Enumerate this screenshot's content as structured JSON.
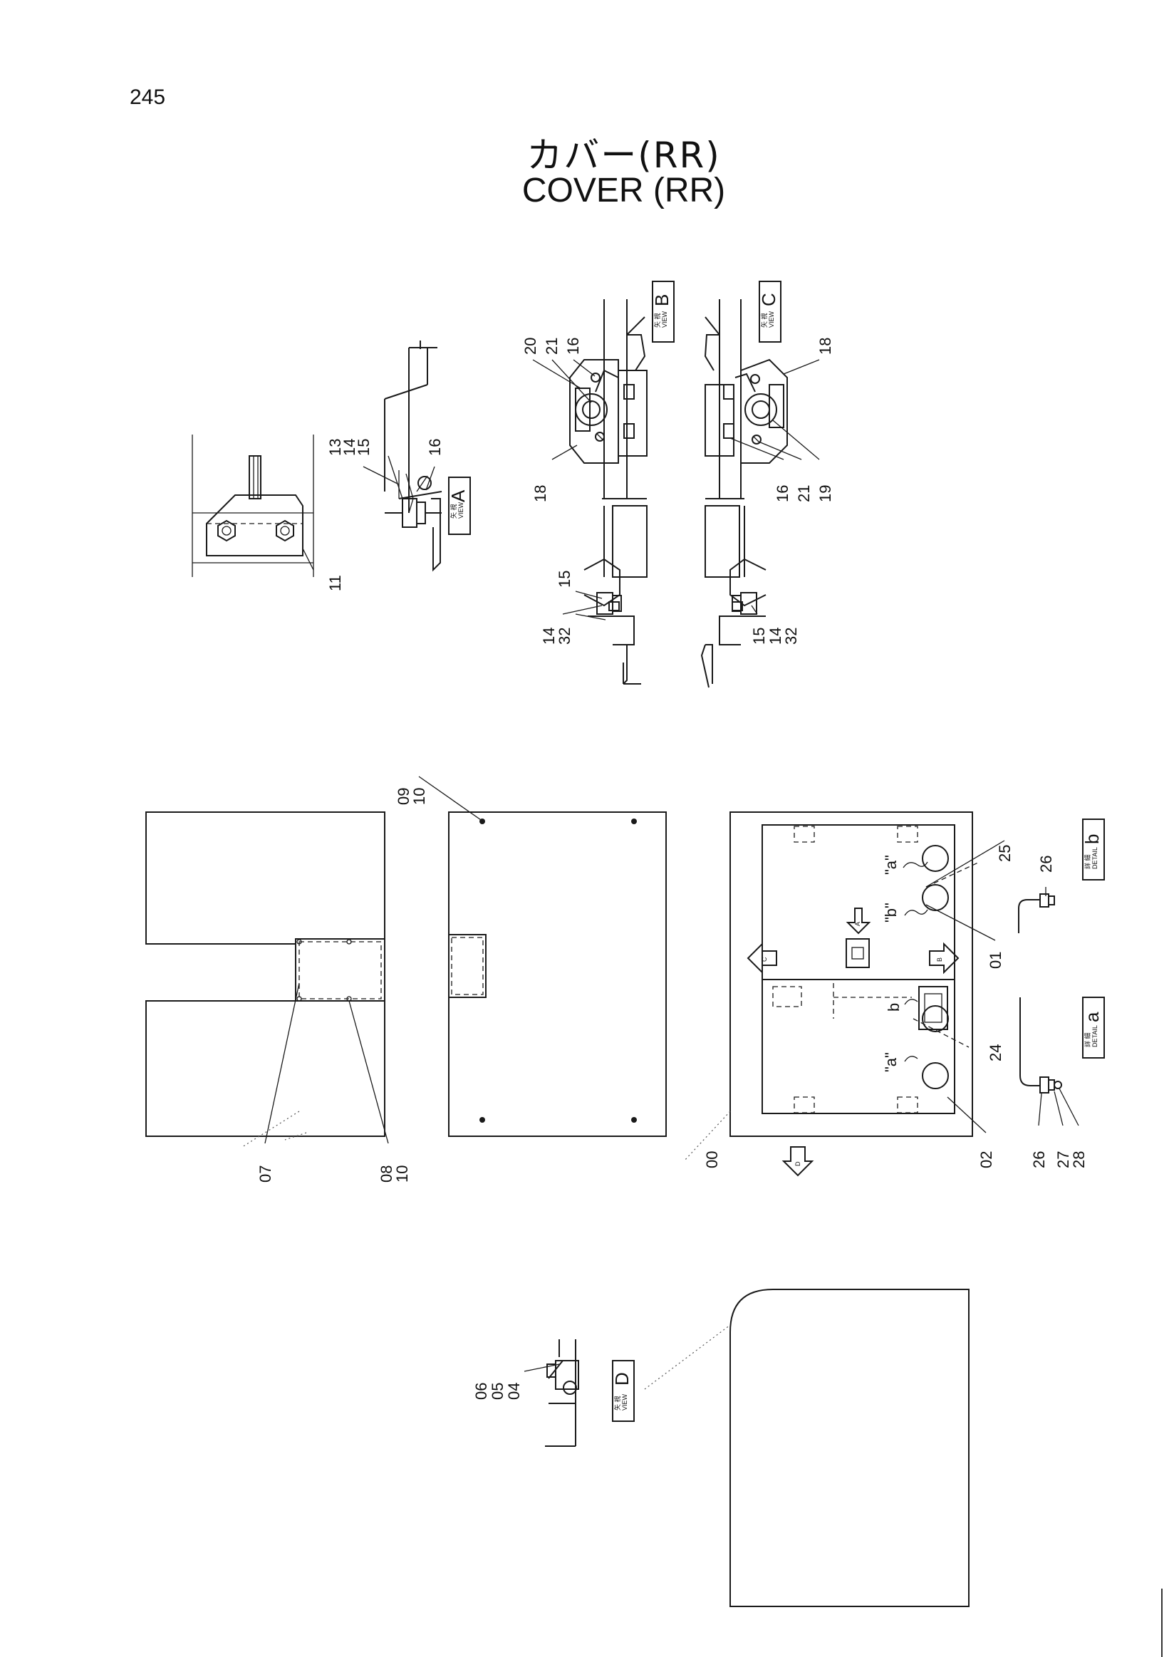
{
  "page": {
    "number": "245"
  },
  "title": {
    "jp": "カバー(RR)",
    "en": "COVER (RR)"
  },
  "views": {
    "view_a": {
      "word": "VIEW",
      "jp": "矢 視",
      "letter": "A"
    },
    "view_b": {
      "word": "VIEW",
      "jp": "矢 視",
      "letter": "B"
    },
    "view_c": {
      "word": "VIEW",
      "jp": "矢 視",
      "letter": "C"
    },
    "view_d": {
      "word": "VIEW",
      "jp": "矢 視",
      "letter": "D"
    },
    "detail_b": {
      "word": "DETAIL",
      "jp": "詳 細",
      "letter": "b"
    },
    "detail_a": {
      "word": "DETAIL",
      "jp": "詳 細",
      "letter": "a"
    }
  },
  "arrows": {
    "a": "A",
    "b": "B",
    "c": "C",
    "d": "D"
  },
  "notes": {
    "a1": "\"a\"",
    "b1": "\"b\"",
    "a2": "\"a\"",
    "b2": "b"
  },
  "callouts": {
    "v_a_13": "13",
    "v_a_14": "14",
    "v_a_15": "15",
    "v_a_16": "16",
    "v_a_11": "11",
    "v_b_20": "20",
    "v_b_21": "21",
    "v_b_16": "16",
    "v_b_18": "18",
    "v_c_18": "18",
    "v_c_16": "16",
    "v_c_21": "21",
    "v_c_19": "19",
    "s_l_15": "15",
    "s_l_14": "14",
    "s_l_32": "32",
    "s_r_15": "15",
    "s_r_14": "14",
    "s_r_32": "32",
    "m_09": "09",
    "m_10a": "10",
    "m_07": "07",
    "m_08": "08",
    "m_10b": "10",
    "m_00": "00",
    "m_02": "02",
    "m_24": "24",
    "m_01": "01",
    "m_25": "25",
    "d_26a": "26",
    "d_26b": "26",
    "d_27": "27",
    "d_28": "28",
    "b_06": "06",
    "b_05": "05",
    "b_04": "04"
  }
}
